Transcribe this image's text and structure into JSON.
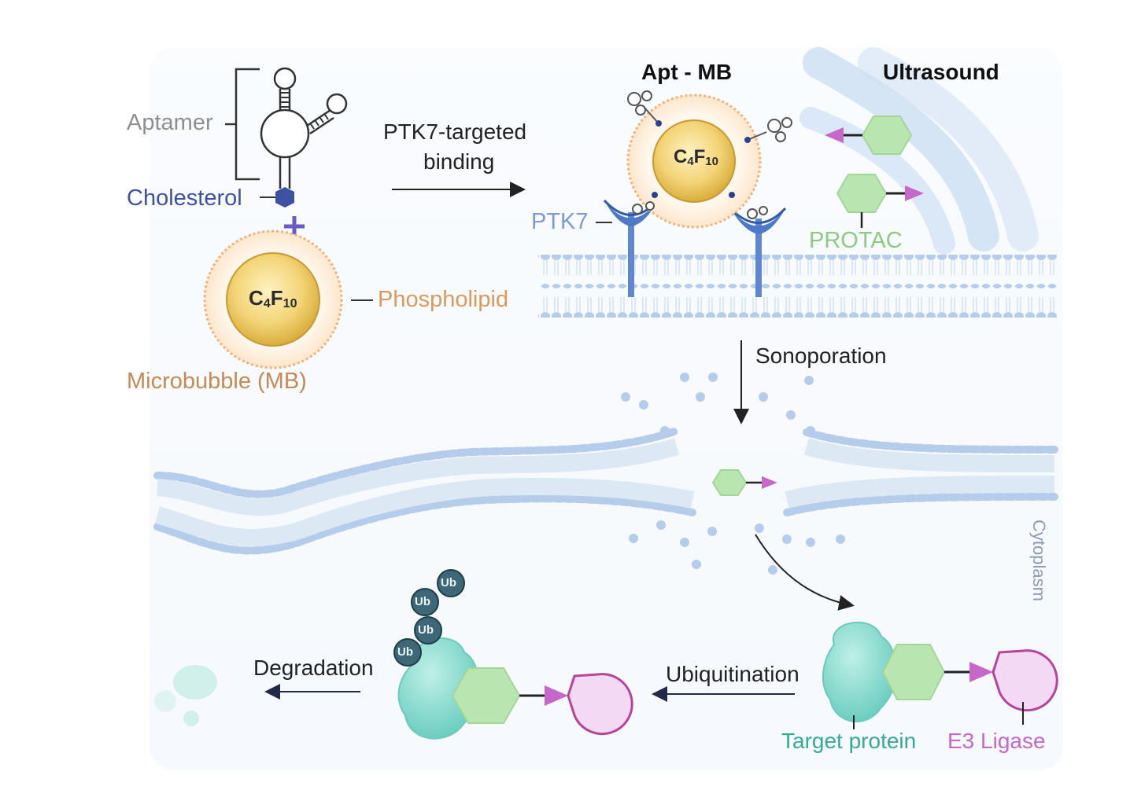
{
  "labels": {
    "aptamer": "Aptamer",
    "cholesterol": "Cholesterol",
    "phospholipid": "Phospholipid",
    "microbubble": "Microbubble (MB)",
    "ptk7_binding_line1": "PTK7-targeted",
    "ptk7_binding_line2": "binding",
    "apt_mb": "Apt - MB",
    "ultrasound": "Ultrasound",
    "ptk7": "PTK7",
    "protac": "PROTAC",
    "sonoporation": "Sonoporation",
    "cytoplasm": "Cytoplasm",
    "degradation": "Degradation",
    "ubiquitination": "Ubiquitination",
    "target_protein": "Target protein",
    "e3_ligase": "E3 Ligase",
    "ub": "Ub",
    "c4f10_main": "C",
    "c4f10_sub4": "4",
    "c4f10_F": "F",
    "c4f10_sub10": "10"
  },
  "colors": {
    "aptamer_text": "#8f8f8f",
    "cholesterol": "#3f51a3",
    "phospholipid": "#d99a5e",
    "microbubble_text": "#c58a55",
    "ptk7": "#6f8fd0",
    "protac": "#8dc983",
    "target_protein": "#36a99a",
    "e3_ligase": "#c568c9",
    "membrane": "#a9c6e8",
    "ub": "#3e6877"
  }
}
